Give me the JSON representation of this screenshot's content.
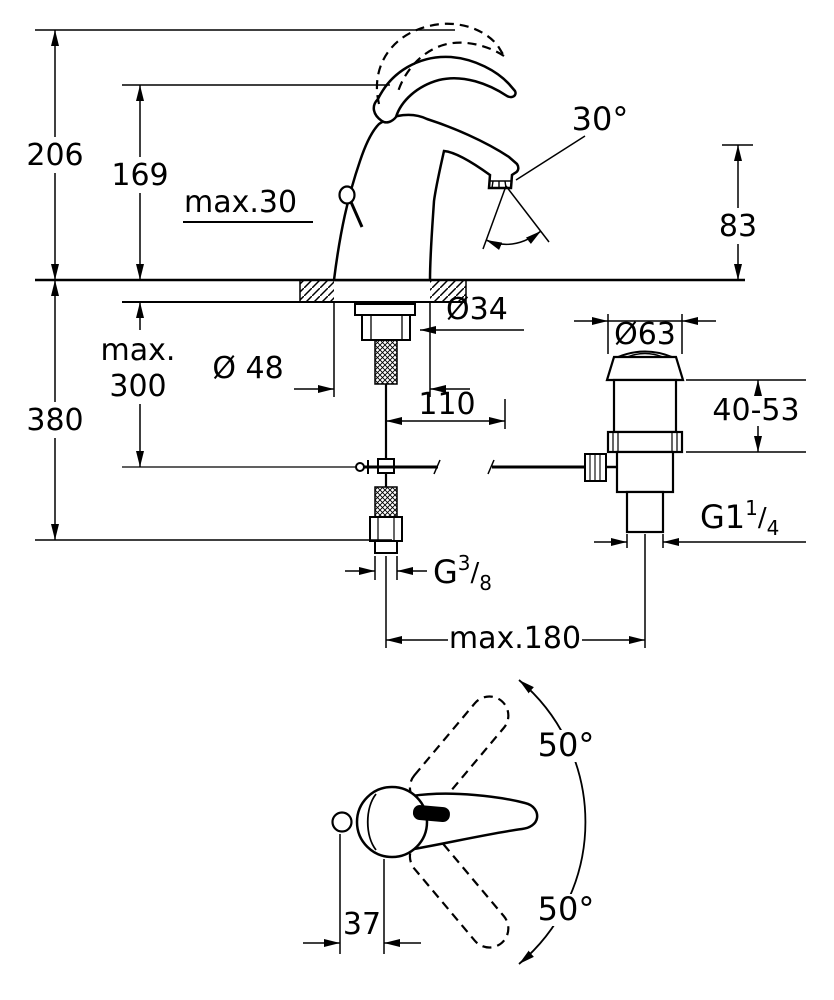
{
  "canvas": {
    "background": "#ffffff",
    "line_color": "#000000"
  },
  "labels": {
    "overall_height": "206",
    "body_height": "169",
    "lever_lift": "max.30",
    "spout_angle": "30°",
    "spout_outlet_height": "83",
    "hose_max_word": "max.",
    "hose_length": "300",
    "below_counter_depth": "380",
    "base_diameter": "Ø 48",
    "shank_diameter": "Ø34",
    "waste_flange_diameter": "Ø63",
    "spout_reach": "110",
    "clamping_range": "40-53",
    "waste_thread_base": "G1",
    "waste_thread_numerator": "1",
    "waste_thread_denominator": "4",
    "supply_thread_base": "G",
    "supply_thread_numerator": "3",
    "supply_thread_denominator": "8",
    "fraction_slash": "/",
    "max_reach": "max.180",
    "swing_angle_upper": "50°",
    "swing_angle_lower": "50°",
    "knob_offset": "37"
  }
}
